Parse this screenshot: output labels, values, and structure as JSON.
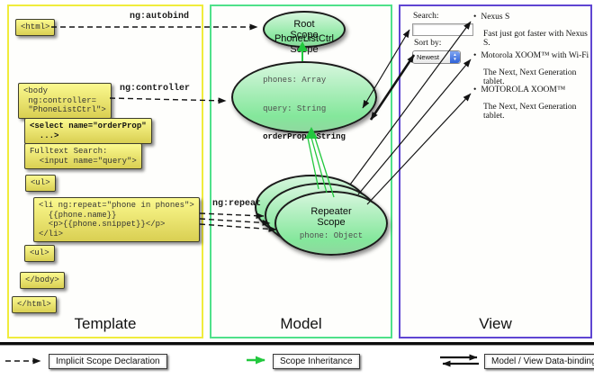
{
  "columns": {
    "template_label": "Template",
    "model_label": "Model",
    "view_label": "View"
  },
  "arrow_labels": {
    "autobind": "ng:autobind",
    "controller": "ng:controller",
    "repeat": "ng:repeat"
  },
  "template": {
    "html_open": "<html>",
    "body_open": [
      "<body",
      " ng:controller=",
      " \"PhoneListCtrl\">"
    ],
    "select_box": [
      "<select name=\"orderProp\"",
      "  ...>"
    ],
    "fulltext_box": [
      "Fulltext Search:",
      "  <input name=\"query\">"
    ],
    "ul_open": "<ul>",
    "li_repeat": [
      "<li ng:repeat=\"phone in phones\">",
      "  {{phone.name}}",
      "  <p>{{phone.snippet}}</p>",
      "</li>"
    ],
    "ul_close": "<ul>",
    "body_close": "</body>",
    "html_close": "</html>"
  },
  "model": {
    "root_scope": {
      "title1": "Root",
      "title2": "Scope"
    },
    "phonelist_scope": {
      "title1": "PhoneListCtrl",
      "title2": "Scope",
      "prop1": "phones: Array",
      "prop2": "query: String",
      "prop3": "orderProp: String"
    },
    "repeater_scope": {
      "title1": "Repeater",
      "title2": "Scope",
      "prop": "phone: Object"
    }
  },
  "view": {
    "search_label": "Search:",
    "search_value": "",
    "sort_label": "Sort by:",
    "sort_value": "Newest",
    "items": [
      {
        "title": "Nexus S",
        "desc": "Fast just got faster with Nexus S."
      },
      {
        "title": "Motorola XOOM™ with Wi-Fi",
        "desc": "The Next, Next Generation tablet."
      },
      {
        "title": "MOTOROLA XOOM™",
        "desc": "The Next, Next Generation tablet."
      }
    ]
  },
  "legend": {
    "implicit": "Implicit Scope Declaration",
    "inheritance": "Scope Inheritance",
    "databinding": "Model / View Data-binding"
  },
  "colors": {
    "template_border": "#f0ec3d",
    "model_border": "#4fe18a",
    "view_border": "#5f45d2",
    "inheritance_green": "#22c83e",
    "node_yellow_top": "#fbf98f",
    "node_yellow_bottom": "#d9cf52",
    "scope_green_top": "#d6f6dd",
    "scope_green_bottom": "#84e79b"
  }
}
